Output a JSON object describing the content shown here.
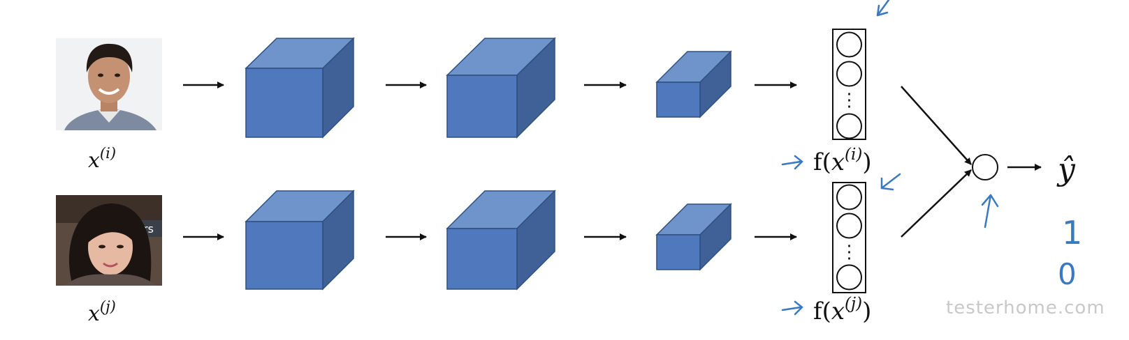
{
  "colors": {
    "cube_front": "#4f78bd",
    "cube_top": "#6f93cb",
    "cube_side": "#3f6198",
    "cube_edge": "#2f4f80",
    "annotation": "#3a78c0",
    "arrow": "#111111"
  },
  "inputs": {
    "top": {
      "image_icon": "face-photo-man",
      "label_base": "x",
      "label_sup": "(i)"
    },
    "bottom": {
      "image_icon": "face-photo-woman",
      "label_base": "x",
      "label_sup": "(j)"
    }
  },
  "encodings": {
    "top": {
      "fn": "f(",
      "arg_base": "x",
      "arg_sup": "(i)",
      "close": ")"
    },
    "bottom": {
      "fn": "f(",
      "arg_base": "x",
      "arg_sup": "(j)",
      "close": ")"
    },
    "ellipsis": "⋮"
  },
  "output": {
    "label": "ŷ",
    "handwritten": [
      "1",
      "0"
    ]
  },
  "watermark": "testerhome.com"
}
